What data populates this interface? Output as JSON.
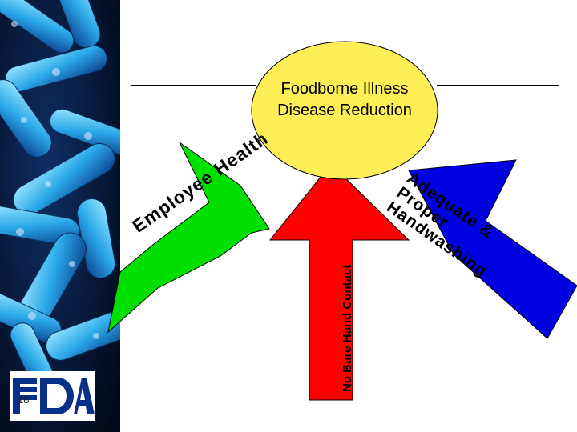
{
  "diagram": {
    "center": {
      "line1": "Foodborne Illness",
      "line2": "Disease Reduction"
    },
    "arrows": {
      "left": {
        "label": "Employee Health",
        "color": "#00e000"
      },
      "middle": {
        "label": "No Bare Hand Contact",
        "color": "#ff0000"
      },
      "right": {
        "line1": "Adequate & Proper",
        "line2": "Handwashing",
        "color": "#0000e0"
      }
    },
    "circle_color": "#ffee55"
  },
  "sidebar": {
    "image": "bacteria-illustration"
  },
  "footer": {
    "logo": "FDA",
    "slide_number": "18"
  }
}
